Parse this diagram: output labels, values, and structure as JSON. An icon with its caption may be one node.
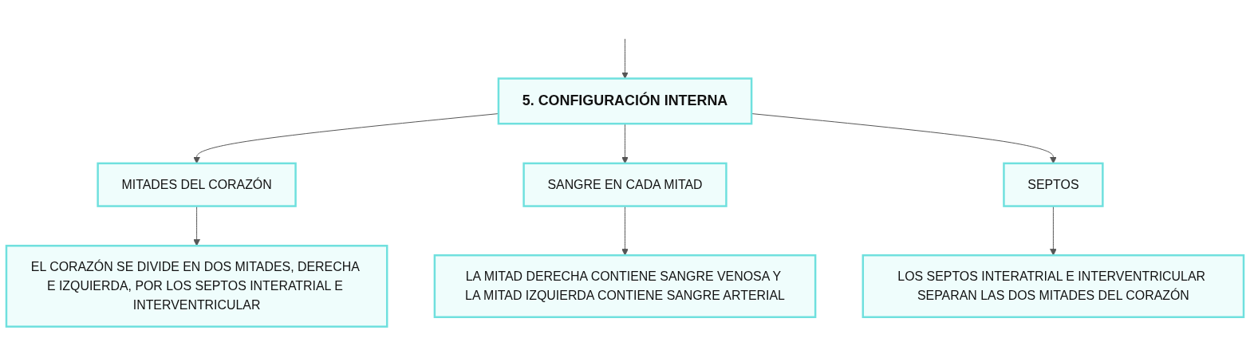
{
  "diagram": {
    "nodes": [
      {
        "text": [
          "5. CONFIGURACIÓN INTERNA"
        ]
      },
      {
        "text": [
          "MITADES DEL CORAZÓN"
        ]
      },
      {
        "text": [
          "SANGRE EN CADA MITAD"
        ]
      },
      {
        "text": [
          "SEPTOS"
        ]
      },
      {
        "text": [
          "EL CORAZÓN SE DIVIDE EN DOS MITADES, DERECHA E IZQUIERDA, POR LOS SEPTOS INTERATRIAL E INTERVENTRICULAR"
        ]
      },
      {
        "text": [
          "LA MITAD DERECHA CONTIENE SANGRE VENOSA Y LA MITAD IZQUIERDA CONTIENE SANGRE ARTERIAL"
        ]
      },
      {
        "text": [
          "LOS SEPTOS INTERATRIAL E INTERVENTRICULAR SEPARAN LAS DOS MITADES DEL CORAZÓN"
        ]
      }
    ],
    "edges": [
      {
        "from": null,
        "to": 0,
        "arrow": "to"
      },
      {
        "from": 0,
        "to": 1,
        "arrow": "to"
      },
      {
        "from": 0,
        "to": 2,
        "arrow": "to"
      },
      {
        "from": 0,
        "to": 3,
        "arrow": "to"
      },
      {
        "from": 1,
        "to": 4,
        "arrow": "to"
      },
      {
        "from": 2,
        "to": 5,
        "arrow": "to"
      },
      {
        "from": 3,
        "to": 6,
        "arrow": "to"
      }
    ]
  }
}
